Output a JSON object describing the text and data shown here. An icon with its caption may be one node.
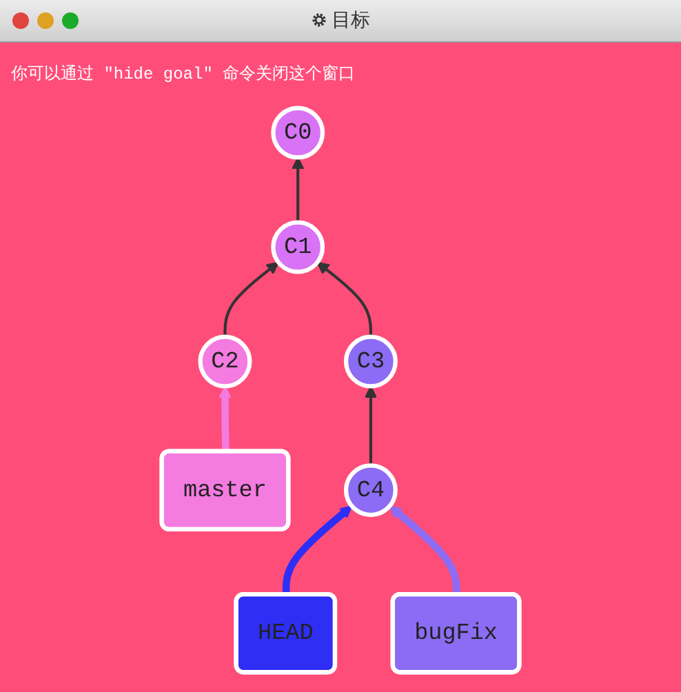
{
  "diagram": {
    "title": "目标",
    "nodes": [
      {
        "text": [
          "C0"
        ]
      },
      {
        "text": [
          "C1"
        ]
      },
      {
        "text": [
          "C2"
        ]
      },
      {
        "text": [
          "C3"
        ]
      },
      {
        "text": [
          "C4"
        ]
      },
      {
        "text": [
          "master"
        ]
      },
      {
        "text": [
          "HEAD"
        ]
      },
      {
        "text": [
          "bugFix"
        ]
      }
    ],
    "edges": [
      {
        "from": 1,
        "to": 0,
        "arrow": "to"
      },
      {
        "from": 2,
        "to": 1,
        "arrow": "to"
      },
      {
        "from": 3,
        "to": 1,
        "arrow": "to"
      },
      {
        "from": 4,
        "to": 3,
        "arrow": "to"
      },
      {
        "from": 5,
        "to": 2,
        "arrow": "to",
        "style": "thick",
        "color": "#f47be0"
      },
      {
        "from": 6,
        "to": 4,
        "arrow": "to",
        "style": "thick",
        "color": "#2e2ef5"
      },
      {
        "from": 7,
        "to": 4,
        "arrow": "to",
        "style": "thick",
        "color": "#8c6cf5"
      }
    ],
    "labels": [
      "你可以通过 \"hide goal\" 命令关闭这个窗口"
    ]
  }
}
